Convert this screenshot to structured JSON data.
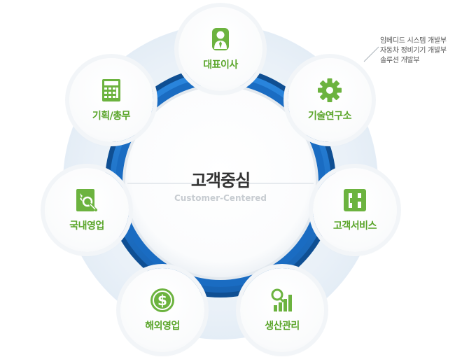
{
  "center": {
    "title": "고객중심",
    "subtitle": "Customer-Centered"
  },
  "nodes": [
    {
      "key": "ceo",
      "label": "대표이사",
      "icon": "person-tie-icon"
    },
    {
      "key": "rnd",
      "label": "기술연구소",
      "icon": "gear-icon"
    },
    {
      "key": "cs",
      "label": "고객서비스",
      "icon": "phone-icon"
    },
    {
      "key": "prod",
      "label": "생산관리",
      "icon": "bar-chart-magnifier-icon"
    },
    {
      "key": "overseas",
      "label": "해외영업",
      "icon": "dollar-coin-icon"
    },
    {
      "key": "domestic",
      "label": "국내영업",
      "icon": "document-magnifier-icon"
    },
    {
      "key": "plan",
      "label": "기획/총무",
      "icon": "calculator-icon"
    }
  ],
  "rnd_note": [
    "임베디드 시스템 개발부",
    "자동차 정비기기 개발부",
    "솔루션 개발부"
  ],
  "colors": {
    "green": "#6cb33f",
    "label_green": "#5aa52a",
    "ring_blue": "#1e73c9",
    "ring_dark": "#0f4f93"
  }
}
